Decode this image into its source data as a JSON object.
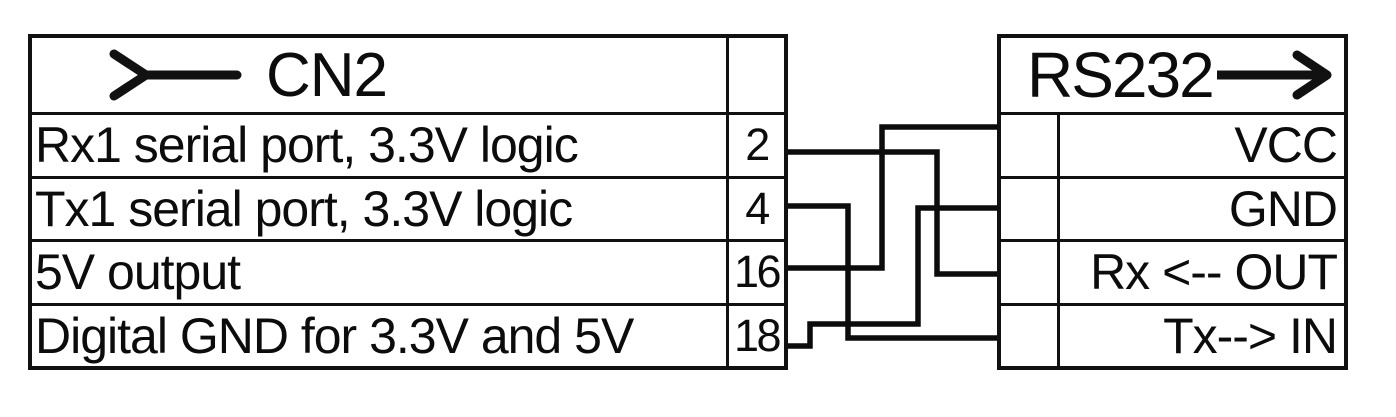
{
  "diagram": {
    "type": "wiring-pinout",
    "background_color": "#ffffff",
    "line_color": "#0c0c0c",
    "left_table": {
      "title": "CN2",
      "icon": "connector-chevron-icon",
      "rows": [
        {
          "label": "Rx1 serial port, 3.3V logic",
          "pin": "2"
        },
        {
          "label": "Tx1 serial port, 3.3V logic",
          "pin": "4"
        },
        {
          "label": "5V output",
          "pin": "16"
        },
        {
          "label": "Digital GND for 3.3V and 5V",
          "pin": "18"
        }
      ]
    },
    "right_table": {
      "title": "RS232",
      "icon": "arrow-right-icon",
      "rows": [
        {
          "label": "VCC"
        },
        {
          "label": "GND"
        },
        {
          "label": "Rx <-- OUT"
        },
        {
          "label": "Tx--> IN"
        }
      ]
    },
    "connections": [
      {
        "from": "CN2 pin 2",
        "to": "RS232 Rx <-- OUT"
      },
      {
        "from": "CN2 pin 4",
        "to": "RS232 Tx--> IN"
      },
      {
        "from": "CN2 pin 16",
        "to": "RS232 VCC"
      },
      {
        "from": "CN2 pin 18",
        "to": "RS232 GND"
      }
    ]
  }
}
